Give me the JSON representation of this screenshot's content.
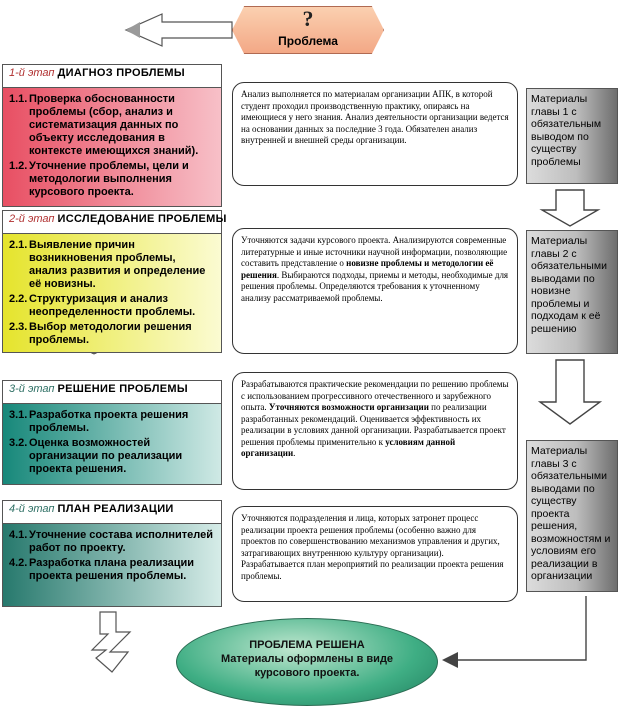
{
  "problem": {
    "symbol": "?",
    "label": "Проблема"
  },
  "stages": [
    {
      "num": "1-й этап",
      "title": "ДИАГНОЗ ПРОБЛЕМЫ",
      "items": [
        {
          "num": "1.1.",
          "text": "Проверка обоснованности проблемы (сбор, анализ и систематизация данных по объекту исследования в контексте имеющихся знаний)."
        },
        {
          "num": "1.2.",
          "text": "Уточнение проблемы, цели и методологии выполнения курсового проекта."
        }
      ]
    },
    {
      "num": "2-й этап",
      "title": "ИССЛЕДОВАНИЕ ПРОБЛЕМЫ",
      "items": [
        {
          "num": "2.1.",
          "text": "Выявление причин возникновения проблемы, анализ развития и определение её новизны."
        },
        {
          "num": "2.2.",
          "text": "Структуризация и анализ неопределенности проблемы."
        },
        {
          "num": "2.3.",
          "text": "Выбор методологии решения проблемы."
        }
      ]
    },
    {
      "num": "3-й этап",
      "title": "РЕШЕНИЕ ПРОБЛЕМЫ",
      "items": [
        {
          "num": "3.1.",
          "text": "Разработка проекта решения проблемы."
        },
        {
          "num": "3.2.",
          "text": "Оценка возможностей организации по реализации проекта решения."
        }
      ]
    },
    {
      "num": "4-й этап",
      "title": "ПЛАН РЕАЛИЗАЦИИ",
      "items": [
        {
          "num": "4.1.",
          "text": "Уточнение состава исполнителей работ по проекту."
        },
        {
          "num": "4.2.",
          "text": "Разработка плана реализации проекта решения проблемы."
        }
      ]
    }
  ],
  "descriptions": [
    {
      "parts": [
        {
          "text": "Анализ выполняется по материалам организации АПК, в которой студент проходил производственную практику, опираясь на имеющиеся у него знания. Анализ деятельности организации ведется на основании данных за последние 3 года. Обязателен анализ внутренней и внешней среды организации.",
          "bold": false
        }
      ]
    },
    {
      "parts": [
        {
          "text": "Уточняются задачи курсового проекта. Анализируются современные литературные и иные источники научной информации, позволяющие составить представление о ",
          "bold": false
        },
        {
          "text": "новизне проблемы и методологии её решения",
          "bold": true
        },
        {
          "text": ". Выбираются подходы, приемы и методы, необходимые для решения проблемы. Определяются требования к уточненному анализу рассматриваемой проблемы.",
          "bold": false
        }
      ]
    },
    {
      "parts": [
        {
          "text": "Разрабатываются практические рекомендации по решению проблемы с использованием прогрессивного отечественного и зарубежного опыта. ",
          "bold": false
        },
        {
          "text": "Уточняются возможности организации",
          "bold": true
        },
        {
          "text": " по реализации разработанных рекомендаций. Оценивается эффективность их реализации в условиях данной организации. Разрабатывается проект решения проблемы применительно к ",
          "bold": false
        },
        {
          "text": "условиям данной организации",
          "bold": true
        },
        {
          "text": ".",
          "bold": false
        }
      ]
    },
    {
      "parts": [
        {
          "text": "Уточняются подразделения и лица, которых затронет процесс реализации проекта решения проблемы (особенно важно для проектов по совершенствованию механизмов управления и других, затрагивающих внутреннюю культуру организации). Разрабатывается план мероприятий по реализации проекта решения проблемы.",
          "bold": false
        }
      ]
    }
  ],
  "materials": [
    {
      "text": "Материалы главы 1 с обязательным выводом по существу проблемы"
    },
    {
      "text": "Материалы главы 2 с обязательными выводами по новизне проблемы и подходам к её решению"
    },
    {
      "text": "Материалы главы 3 с обязательными выводами по существу проекта решения, возможностям и условиям его реализации в организации"
    }
  ],
  "result": {
    "title": "ПРОБЛЕМА РЕШЕНА",
    "subtitle": "Материалы оформлены в виде курсового проекта."
  },
  "colors": {
    "stage1": "#e84f63",
    "stage2": "#e5e42c",
    "stage3": "#17887a",
    "stage4": "#27796d",
    "result": "#3fae84",
    "problem": "#f3a886"
  }
}
